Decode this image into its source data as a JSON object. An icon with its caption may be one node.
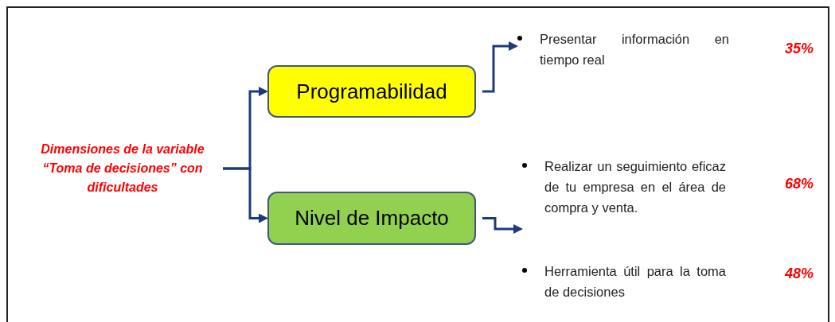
{
  "diagram": {
    "nodes": [
      {
        "text": [
          "Dimensiones de la variable “Toma de decisiones” con dificultades"
        ]
      },
      {
        "text": [
          "Programabilidad"
        ]
      },
      {
        "text": [
          "Nivel de Impacto"
        ]
      },
      {
        "text": [
          "Presentar información en tiempo real"
        ]
      },
      {
        "text": [
          "Realizar un seguimiento eficaz de tu empresa en el área de compra y venta."
        ]
      },
      {
        "text": [
          "Herramienta útil para la toma de decisiones"
        ]
      }
    ],
    "labels": [
      "35%",
      "68%",
      "48%"
    ],
    "edges": [
      {
        "from": 0,
        "to": 1,
        "arrow": "to"
      },
      {
        "from": 0,
        "to": 2,
        "arrow": "to"
      },
      {
        "from": 1,
        "to": 3,
        "arrow": "to"
      },
      {
        "from": 2,
        "to": 4,
        "arrow": "to"
      }
    ]
  }
}
